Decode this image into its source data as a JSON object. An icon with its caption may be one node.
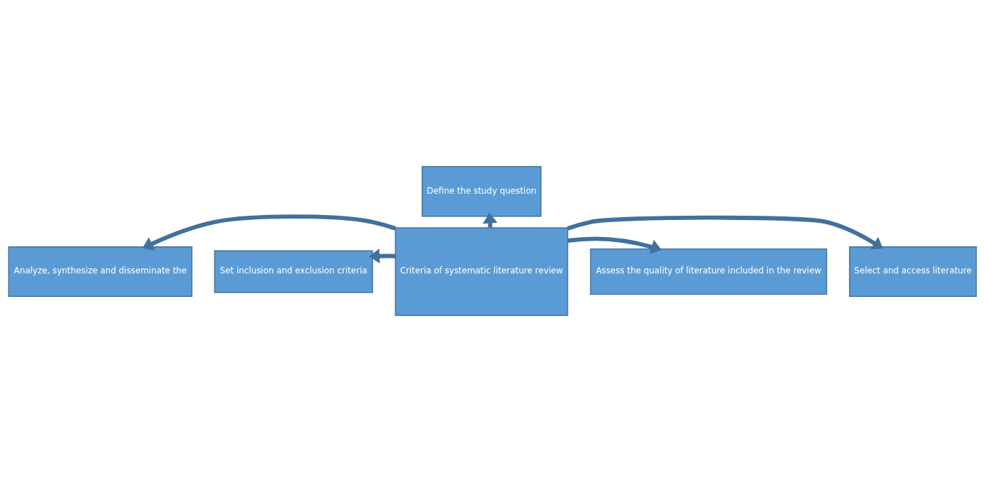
{
  "diagram": {
    "nodes": [
      {
        "text": [
          "Define the study question"
        ]
      },
      {
        "text": [
          "Analyze, synthesize and disseminate the"
        ]
      },
      {
        "text": [
          "Set inclusion and exclusion criteria"
        ]
      },
      {
        "text": [
          "Criteria of systematic literature review"
        ]
      },
      {
        "text": [
          "Assess the quality of literature included in the review"
        ]
      },
      {
        "text": [
          "Select and access literature"
        ]
      }
    ],
    "edges": [
      {
        "from": 3,
        "to": 0,
        "arrow": "to"
      },
      {
        "from": 3,
        "to": 1,
        "arrow": "to"
      },
      {
        "from": 3,
        "to": 2,
        "arrow": "to"
      },
      {
        "from": 3,
        "to": 4,
        "arrow": "to"
      },
      {
        "from": 3,
        "to": 5,
        "arrow": "to"
      }
    ]
  }
}
